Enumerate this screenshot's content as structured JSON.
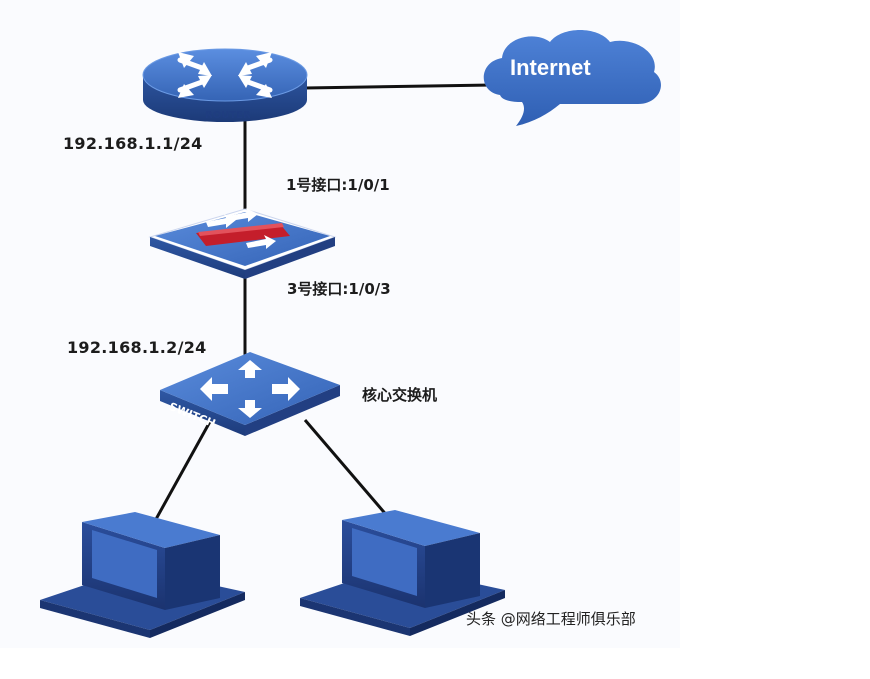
{
  "cloud": {
    "label": "Internet"
  },
  "router": {
    "label": "ROUTER",
    "ip": "192.168.1.1/24"
  },
  "firewall": {
    "port_top": "1号接口:1/0/1",
    "port_bottom": "3号接口:1/0/3"
  },
  "core_switch": {
    "label": "SWITCH",
    "ip": "192.168.1.2/24",
    "name": "核心交换机"
  },
  "watermark": {
    "text": "头条 @网络工程师俱乐部"
  },
  "colors": {
    "device_blue": "#3a67b8",
    "device_dark": "#243f80",
    "firewall_red": "#c41e2b",
    "line": "#111111"
  },
  "icons": [
    "router-icon",
    "cloud-icon",
    "firewall-icon",
    "switch-icon",
    "computer-icon"
  ]
}
